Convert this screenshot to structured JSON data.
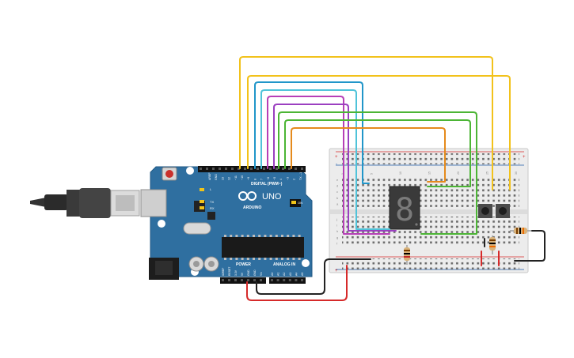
{
  "board": {
    "brand": "ARDUINO",
    "model": "UNO",
    "on_label": "ON",
    "tx_label": "TX",
    "rx_label": "RX",
    "l_label": "L",
    "digital_header": "DIGITAL (PWM~)",
    "aref_label": "AREF",
    "gnd_label": "GND",
    "digital_pins": [
      "13",
      "12",
      "~11",
      "~10",
      "~9",
      "8",
      "7",
      "~6",
      "~5",
      "4",
      "~3",
      "2",
      "TX→1",
      "RX←0"
    ],
    "power_header": "POWER",
    "analog_header": "ANALOG IN",
    "power_pins": [
      "IOREF",
      "RESET",
      "3.3V",
      "5V",
      "GND",
      "GND",
      "Vin"
    ],
    "analog_pins": [
      "A0",
      "A1",
      "A2",
      "A3",
      "A4",
      "A5"
    ]
  },
  "breadboard": {
    "row_letters": [
      "a",
      "b",
      "c",
      "d",
      "e",
      "f",
      "g",
      "h",
      "i",
      "j"
    ],
    "plus": "+",
    "minus": "-",
    "column_numbers": [
      "1",
      "5",
      "10",
      "15",
      "20",
      "25",
      "30"
    ]
  },
  "display": {
    "digit": "8"
  },
  "colors": {
    "board": "#2f6fa0",
    "breadboard": "#ececec",
    "wire_yellow": "#f2c21b",
    "wire_blue": "#2196c9",
    "wire_cyan": "#4fc3d9",
    "wire_magenta": "#b63fb7",
    "wire_purple": "#9b3fc0",
    "wire_green": "#4cb535",
    "wire_orange": "#e58a1c",
    "wire_red": "#d62a2a",
    "wire_black": "#222222"
  }
}
